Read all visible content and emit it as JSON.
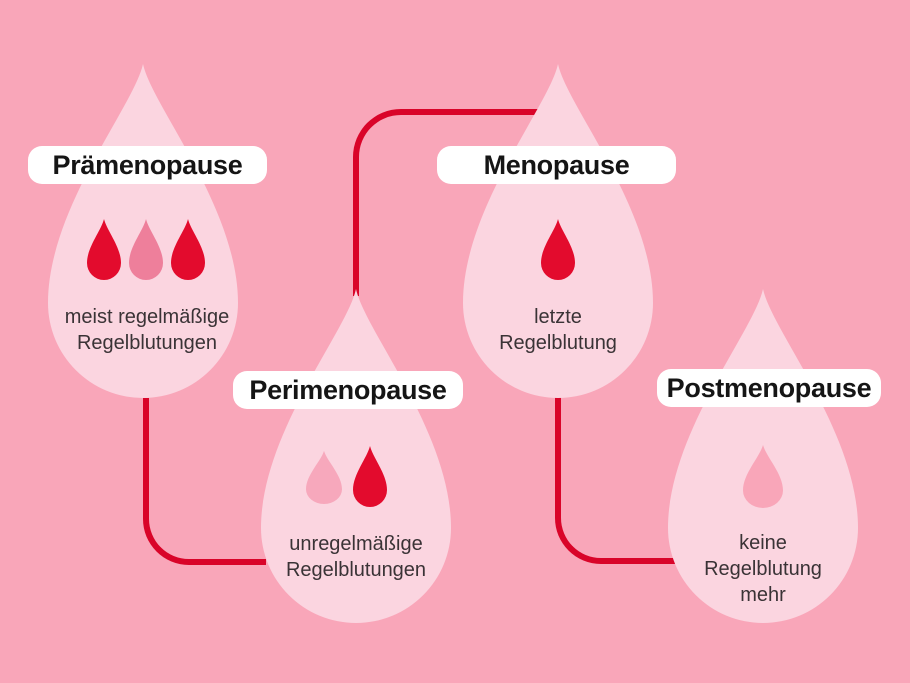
{
  "palette": {
    "background": "#f9a6b9",
    "drop_fill": "#fbd5e0",
    "pill_background": "#ffffff",
    "red": "#e30b2d",
    "line_red": "#d90429",
    "mid_pink": "#ee7f9b",
    "light_pink_drop": "#f7a8bc",
    "label_text": "#151515",
    "body_text": "#3a3336"
  },
  "stages": [
    {
      "key": "praemenopause",
      "label": "Prämenopause",
      "description_lines": [
        "meist regelmäßige",
        "Regelblutungen"
      ],
      "droplet_icons": [
        "red-blood-drop",
        "mid-pink-blood-drop",
        "red-blood-drop"
      ]
    },
    {
      "key": "perimenopause",
      "label": "Perimenopause",
      "description_lines": [
        "unregelmäßige",
        "Regelblutungen"
      ],
      "droplet_icons": [
        "light-pink-blood-drop",
        "red-blood-drop"
      ]
    },
    {
      "key": "menopause",
      "label": "Menopause",
      "description_lines": [
        "letzte",
        "Regelblutung"
      ],
      "droplet_icons": [
        "red-blood-drop"
      ]
    },
    {
      "key": "postmenopause",
      "label": "Postmenopause",
      "description_lines": [
        "keine",
        "Regelblutung",
        "mehr"
      ],
      "droplet_icons": [
        "empty-blood-drop"
      ]
    }
  ]
}
